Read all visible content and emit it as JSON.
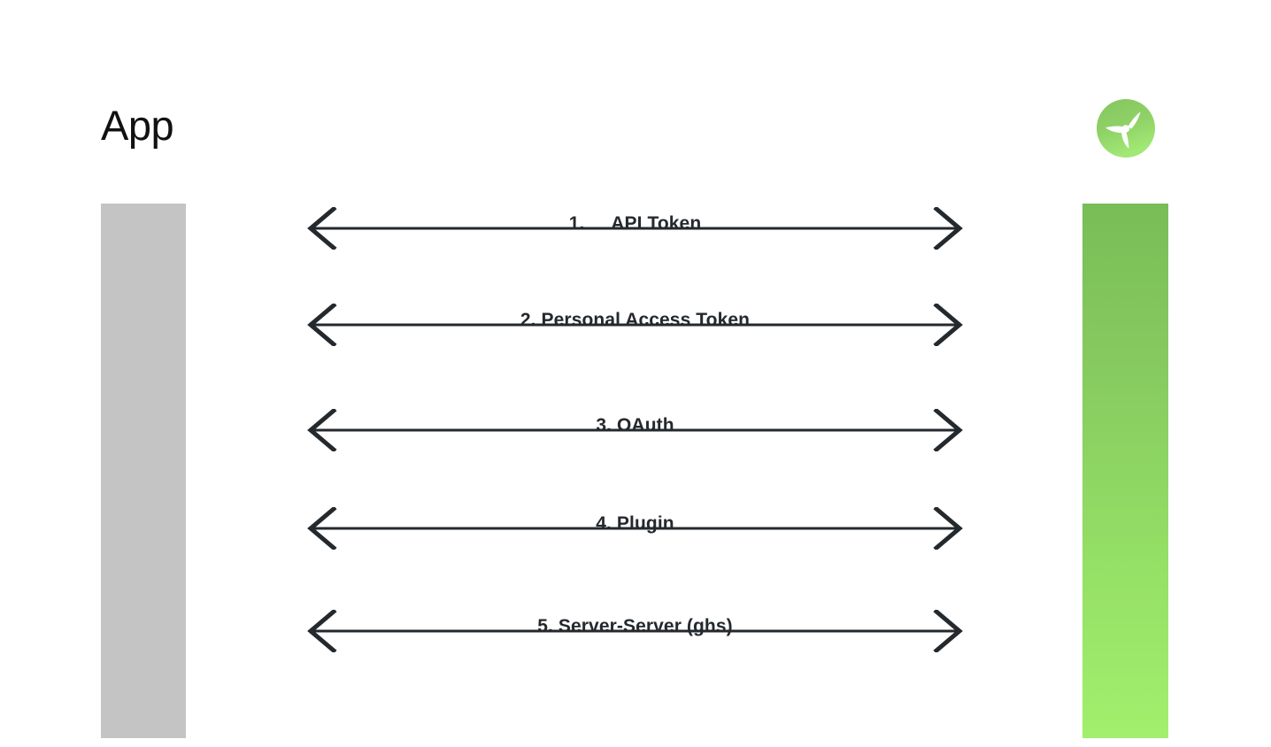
{
  "diagram": {
    "type": "sequence",
    "background_color": "#ffffff",
    "left_actor": {
      "title": "App",
      "lifeline_color": "#c4c4c4"
    },
    "right_actor": {
      "logo_icon": "green-propeller-logo-icon",
      "logo_circle_color_top": "#8cc863",
      "logo_circle_color_bottom": "#9ee070",
      "logo_blade_color": "#ffffff",
      "lifeline_color_top": "#79bd57",
      "lifeline_color_bottom": "#a2ef6d"
    },
    "arrow_color": "#24292e",
    "messages": [
      {
        "label": "1.\tAPI Token"
      },
      {
        "label": "2. Personal Access Token"
      },
      {
        "label": "3. OAuth"
      },
      {
        "label": "4. Plugin"
      },
      {
        "label": "5. Server-Server (ghs)"
      }
    ]
  }
}
